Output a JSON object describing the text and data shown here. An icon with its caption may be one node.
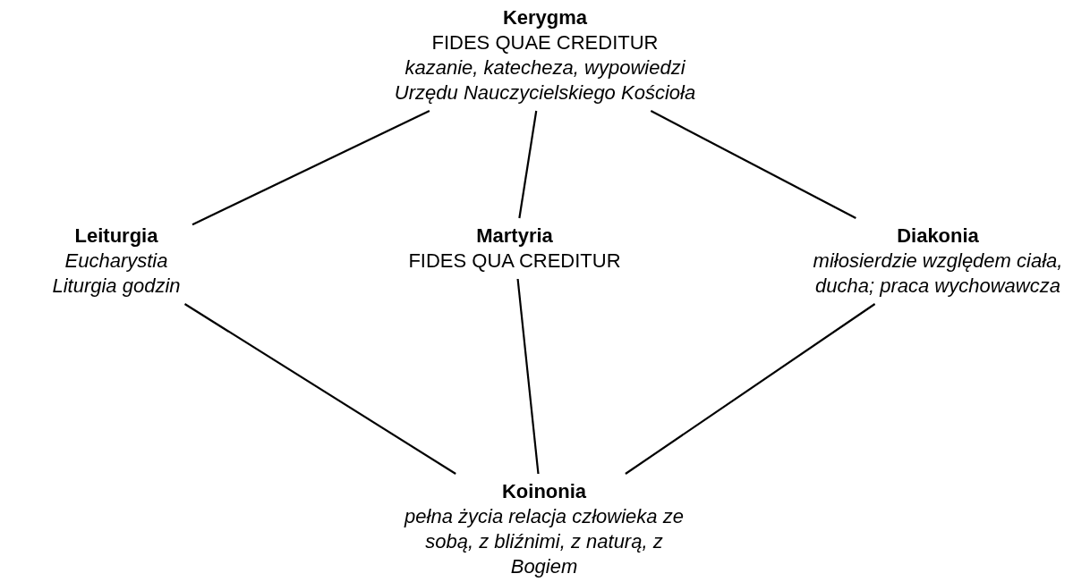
{
  "diagram": {
    "nodes": [
      {
        "text": [
          "Kerygma",
          "FIDES QUAE CREDITUR",
          "kazanie, katecheza, wypowiedzi Urzędu Nauczycielskiego Kościoła"
        ]
      },
      {
        "text": [
          "Leiturgia",
          "Eucharystia Liturgia godzin"
        ]
      },
      {
        "text": [
          "Martyria",
          "FIDES QUA CREDITUR"
        ]
      },
      {
        "text": [
          "Diakonia",
          "miłosierdzie względem ciała, ducha; praca wychowawcza"
        ]
      },
      {
        "text": [
          "Koinonia",
          "pełna życia relacja człowieka ze sobą, z bliźnimi, z naturą, z Bogiem"
        ]
      }
    ],
    "edges": [
      {
        "from": 0,
        "to": 1,
        "arrow": "none"
      },
      {
        "from": 0,
        "to": 2,
        "arrow": "none"
      },
      {
        "from": 0,
        "to": 3,
        "arrow": "none"
      },
      {
        "from": 1,
        "to": 4,
        "arrow": "none"
      },
      {
        "from": 2,
        "to": 4,
        "arrow": "none"
      },
      {
        "from": 3,
        "to": 4,
        "arrow": "none"
      }
    ]
  }
}
